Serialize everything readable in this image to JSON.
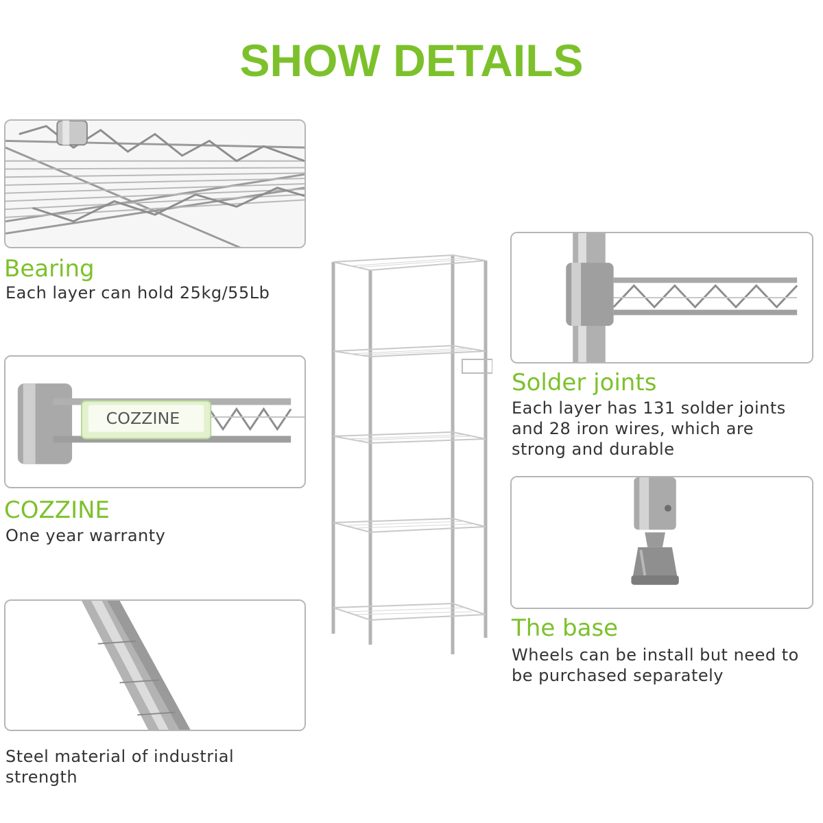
{
  "page_title": "SHOW DETAILS",
  "accent_color": "#7cc12b",
  "features": {
    "bearing": {
      "heading": "Bearing",
      "description": "Each layer can hold 25kg/55Lb",
      "image_icon": "wire-shelf-corner-icon"
    },
    "brand": {
      "heading": "COZZINE",
      "description": "One year warranty",
      "label_text": "COZZINE",
      "image_icon": "brand-label-icon"
    },
    "material": {
      "description_lines": [
        "Steel material of industrial",
        "strength"
      ],
      "image_icon": "steel-pole-icon"
    },
    "solder": {
      "heading": "Solder joints",
      "description_lines": [
        "Each layer has 131 solder joints",
        "and 28 iron wires, which are",
        "strong and durable"
      ],
      "image_icon": "solder-joint-icon"
    },
    "base": {
      "heading": "The base",
      "description_lines": [
        "Wheels can be install but need to",
        "be purchased separately"
      ],
      "image_icon": "leveling-foot-icon"
    }
  },
  "product_image_icon": "five-tier-wire-shelf-icon"
}
